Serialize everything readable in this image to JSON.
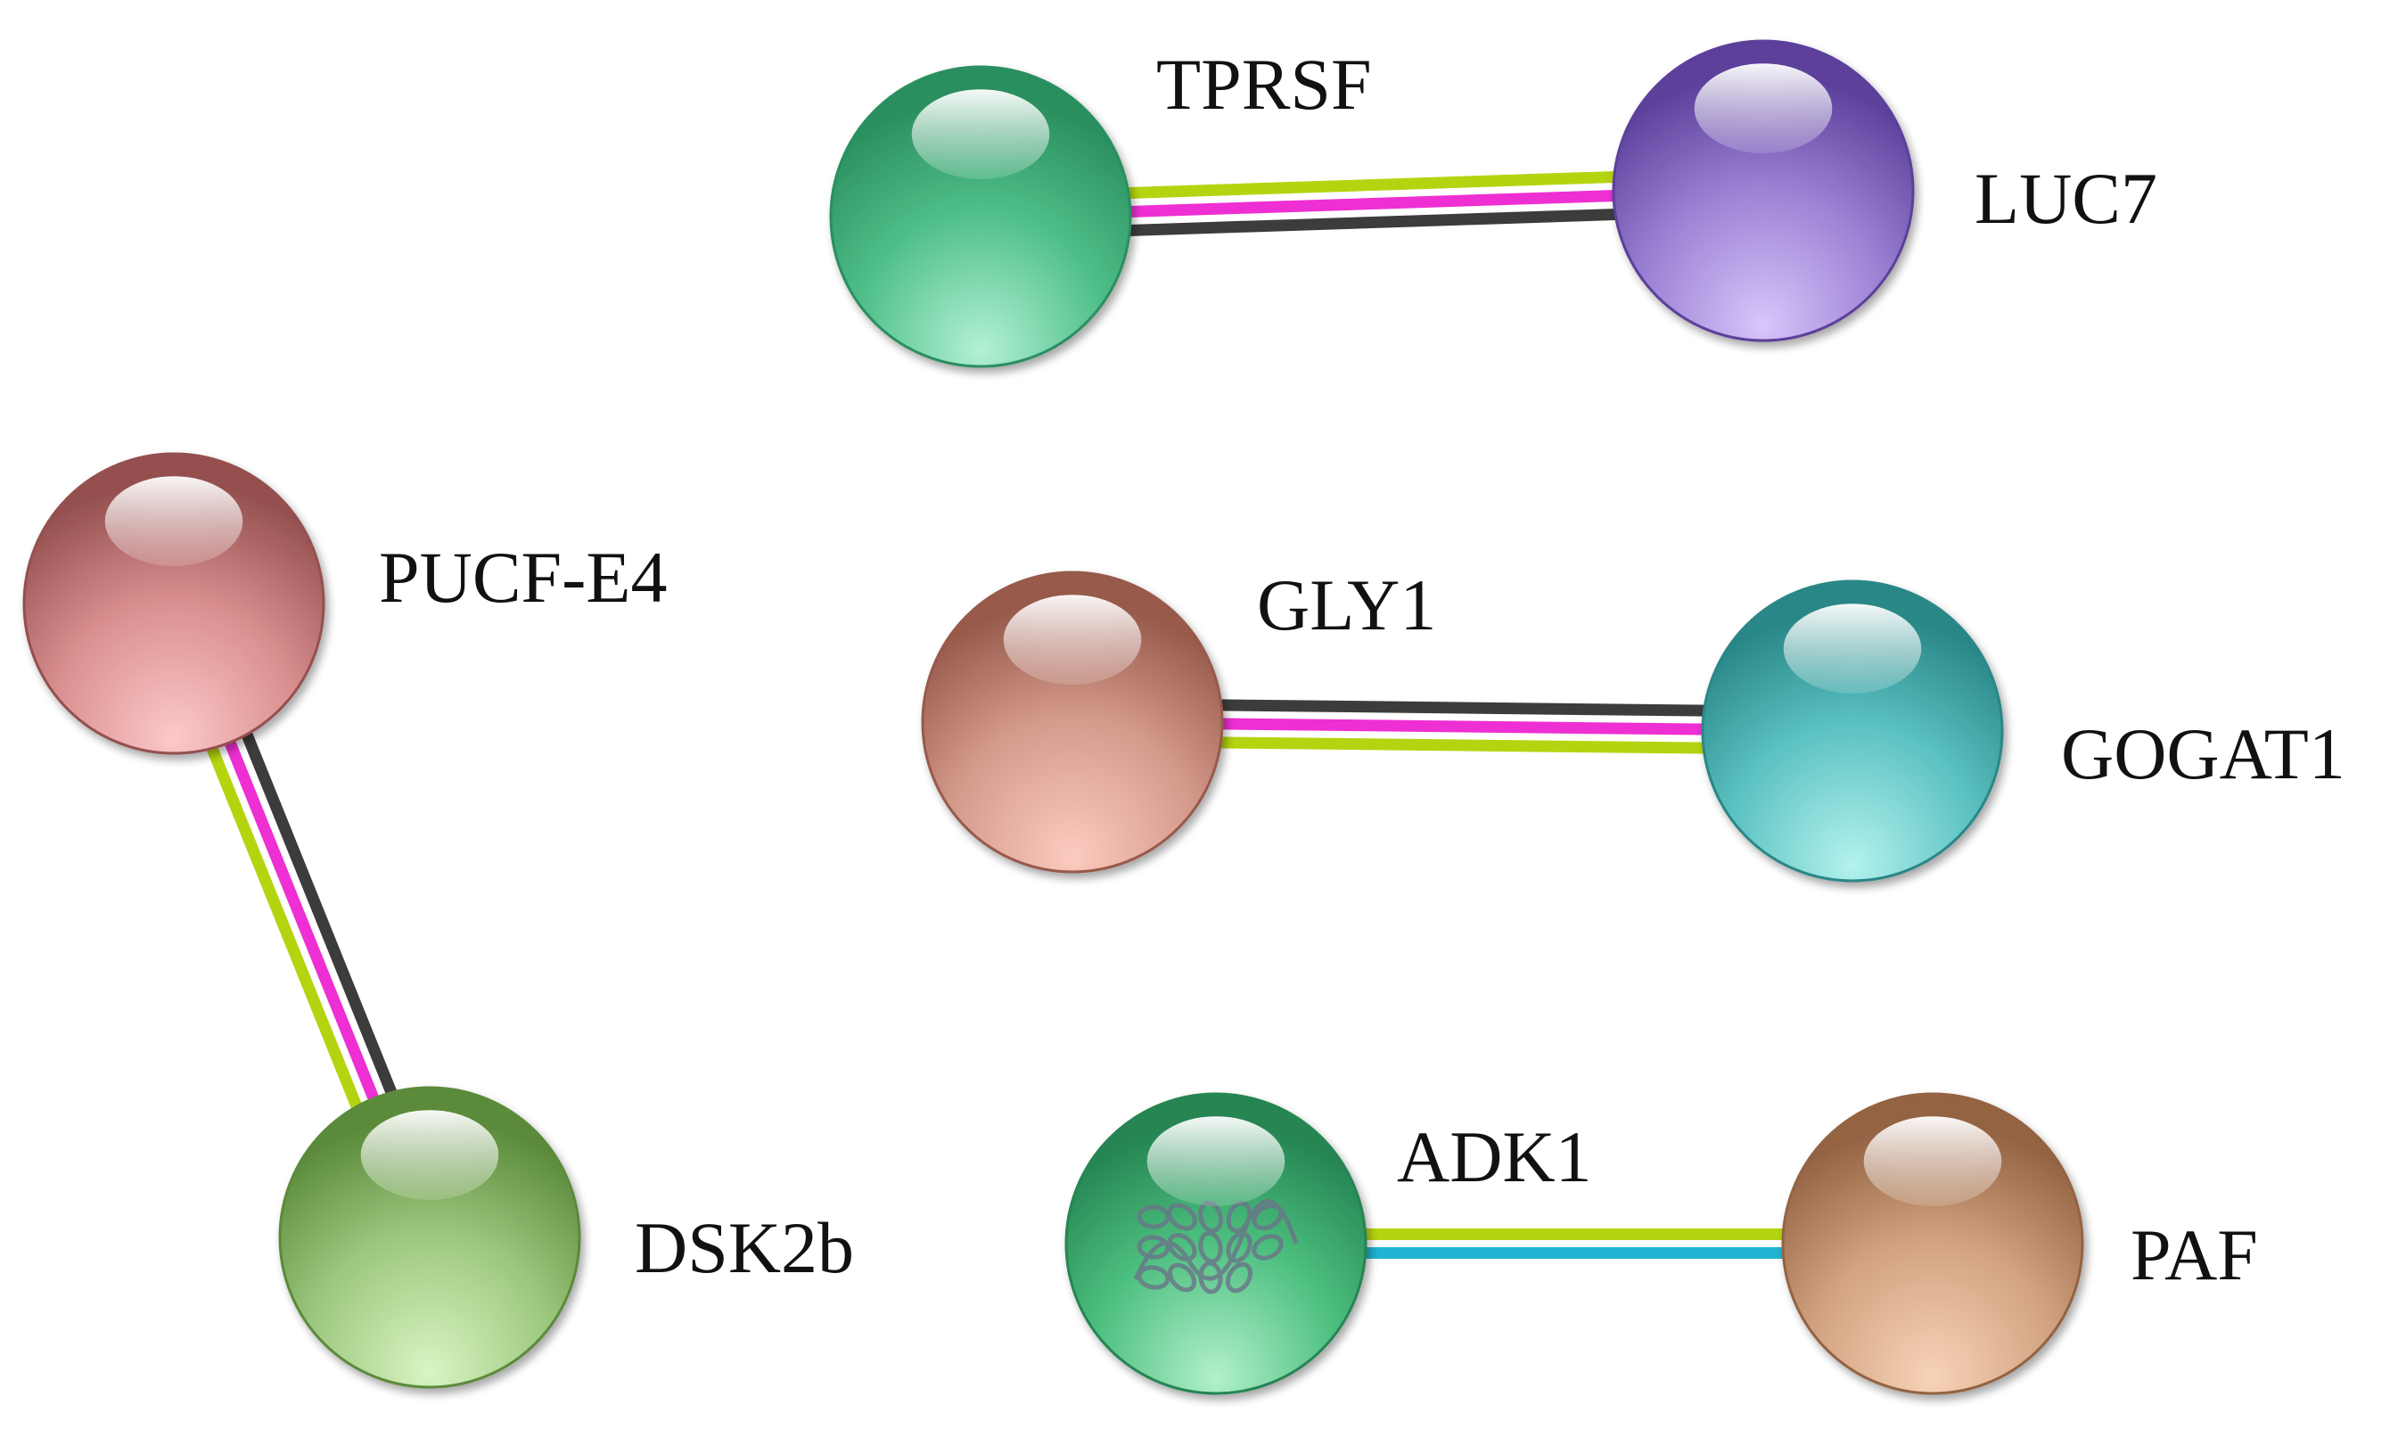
{
  "nodes": [
    {
      "id": "tprsf",
      "label": "TPRSF",
      "base": "#4fbf8a",
      "light": "#b3f1d4",
      "dark": "#2a8f5e",
      "structure": false
    },
    {
      "id": "luc7",
      "label": "LUC7",
      "base": "#9a80d3",
      "light": "#d8c6fb",
      "dark": "#5b3f9a",
      "structure": false
    },
    {
      "id": "pucf-e4",
      "label": "PUCF-E4",
      "base": "#d98e8e",
      "light": "#fcc9c9",
      "dark": "#955050",
      "structure": false
    },
    {
      "id": "gly1",
      "label": "GLY1",
      "base": "#d49a8c",
      "light": "#fccbbf",
      "dark": "#975a4b",
      "structure": false
    },
    {
      "id": "gogat1",
      "label": "GOGAT1",
      "base": "#5cc2c2",
      "light": "#b4f2ee",
      "dark": "#2a8787",
      "structure": false
    },
    {
      "id": "dsk2b",
      "label": "DSK2b",
      "base": "#9cc77d",
      "light": "#d8f5c3",
      "dark": "#5b8a3b",
      "structure": false
    },
    {
      "id": "adk1",
      "label": "ADK1",
      "base": "#4cbf7e",
      "light": "#b2f0cc",
      "dark": "#258553",
      "structure": true
    },
    {
      "id": "paf",
      "label": "PAF",
      "base": "#d1a27f",
      "light": "#f8d3b8",
      "dark": "#936343",
      "structure": false
    }
  ],
  "edges": [
    {
      "source": "tprsf",
      "target": "luc7",
      "evidence_colors": [
        "#b4d40f",
        "#ee2fd3",
        "#3c3c3c"
      ]
    },
    {
      "source": "gly1",
      "target": "gogat1",
      "evidence_colors": [
        "#3c3c3c",
        "#ee2fd3",
        "#b4d40f"
      ]
    },
    {
      "source": "pucf-e4",
      "target": "dsk2b",
      "evidence_colors": [
        "#3c3c3c",
        "#ee2fd3",
        "#b4d40f"
      ]
    },
    {
      "source": "adk1",
      "target": "paf",
      "evidence_colors": [
        "#b4d40f",
        "#1eb4d2"
      ]
    }
  ]
}
